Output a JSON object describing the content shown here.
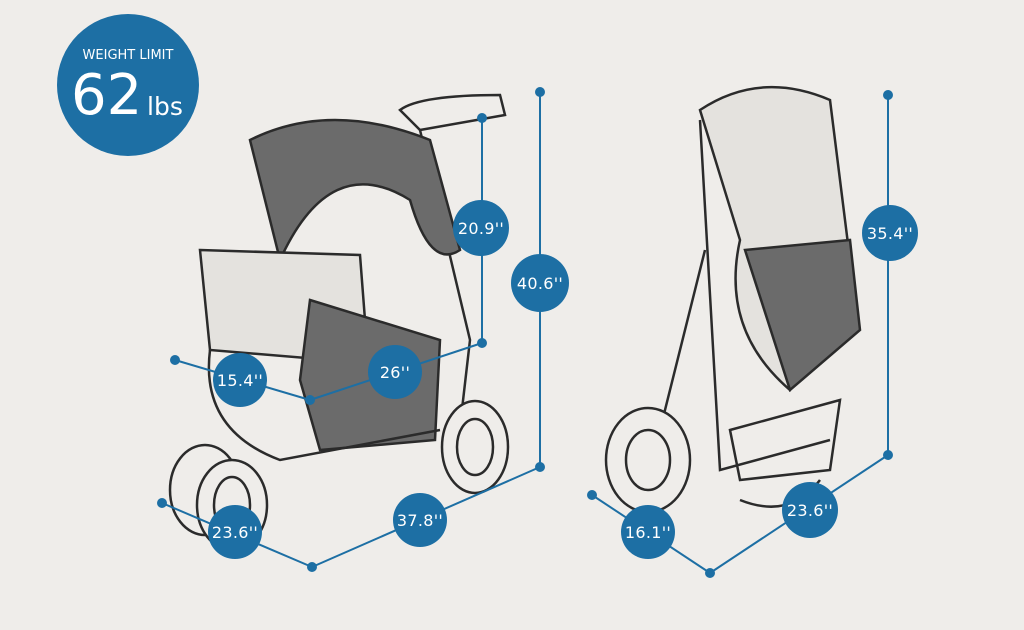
{
  "weight_limit": {
    "label": "WEIGHT LIMIT",
    "value": "62",
    "unit": "lbs"
  },
  "unfolded": {
    "handle_height": "20.9''",
    "total_height": "40.6''",
    "seat_width": "15.4''",
    "seat_depth": "26''",
    "width": "23.6''",
    "length": "37.8''"
  },
  "folded": {
    "height": "35.4''",
    "depth": "16.1''",
    "width": "23.6''"
  },
  "colors": {
    "accent": "#1d6fa4",
    "background": "#efedea"
  }
}
